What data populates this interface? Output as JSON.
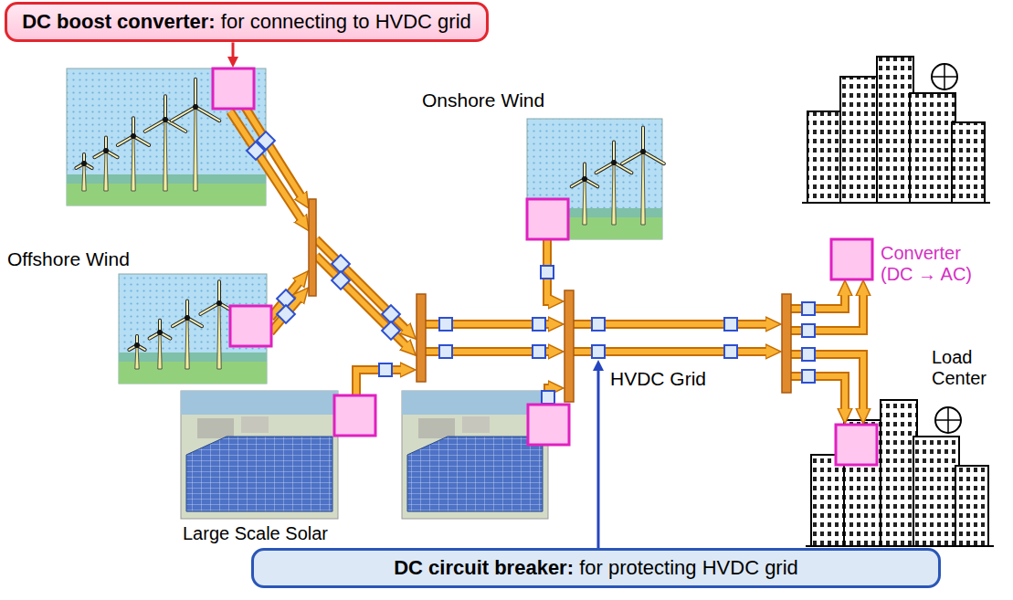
{
  "diagram": {
    "nodes": [
      {
        "text": [
          "DC boost converter:",
          "for connecting to HVDC grid"
        ]
      },
      {
        "text": [
          "DC circuit breaker:",
          "for protecting HVDC grid"
        ]
      }
    ],
    "labels": [
      "Offshore Wind",
      "Onshore Wind",
      "Large Scale Solar",
      "HVDC Grid",
      "Converter (DC → AC)",
      "Load Center"
    ]
  }
}
